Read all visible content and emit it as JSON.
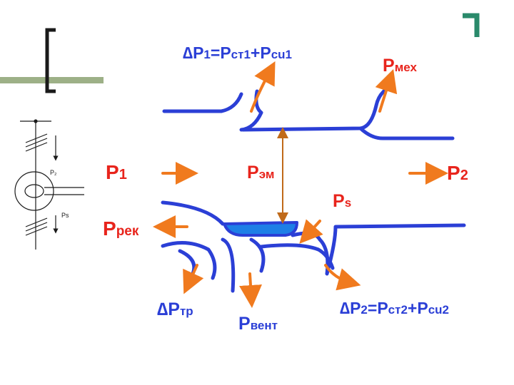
{
  "colors": {
    "flow": "#2b3fd6",
    "arrow": "#f07a1e",
    "label_red": "#e8241c",
    "label_blue": "#2b3fd6",
    "dark": "#1a1a1a",
    "accent_bar": "#9db087",
    "gap_fill": "#1e7fe6",
    "corner": "#2a8a6b"
  },
  "labels": {
    "dp1": {
      "sym": "∆P",
      "idx": "1",
      "eq": "=P",
      "sub_a": "ст1",
      "plus": "+P",
      "sub_b": "cu1"
    },
    "pmex": {
      "base": "P",
      "sub": "мех"
    },
    "p1": {
      "base": "P",
      "sub": "1"
    },
    "pem": {
      "base": "P",
      "sub": "эм"
    },
    "p2": {
      "base": "P",
      "sub": "2"
    },
    "ps": {
      "base": "P",
      "sub": "s"
    },
    "prek": {
      "base": "P",
      "sub": "рек"
    },
    "dptr": {
      "sym": "∆P",
      "sub": "тр"
    },
    "pvent": {
      "base": "P",
      "sub": "вент"
    },
    "dp2": {
      "sym": "∆P",
      "idx": "2",
      "eq": "=P",
      "sub_a": "ст2",
      "plus": "+P",
      "sub_b": "cu2"
    }
  },
  "schematic": {
    "p2_label": "P₂",
    "ps_label": "Ps"
  }
}
